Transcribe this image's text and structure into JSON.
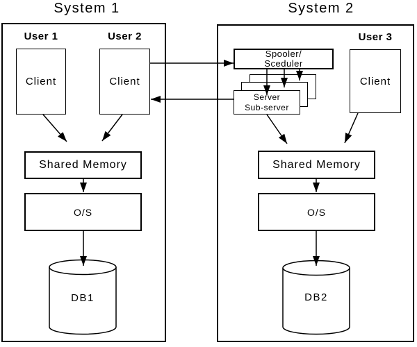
{
  "system1": {
    "title": "System 1",
    "users": [
      {
        "label": "User 1"
      },
      {
        "label": "User 2"
      }
    ],
    "client1_label": "Client",
    "client2_label": "Client",
    "shared_memory_label": "Shared Memory",
    "os_label": "O/S",
    "db_label": "DB1"
  },
  "system2": {
    "title": "System 2",
    "user_label": "User 3",
    "client_label": "Client",
    "spooler_scheduler": {
      "line1": "Spooler/",
      "line2": "Sceduler"
    },
    "server_stack": {
      "line1": "Server",
      "line2": "Sub-server"
    },
    "shared_memory_label": "Shared Memory",
    "os_label": "O/S",
    "db_label": "DB2"
  },
  "colors": {
    "line": "#000000",
    "background": "#ffffff",
    "text": "#000000"
  },
  "connections": [
    {
      "from": "system1-client2",
      "to": "system2-spooler-scheduler",
      "style": "arrow-right"
    },
    {
      "from": "system2-server-stack",
      "to": "system1-client2",
      "style": "arrow-left"
    },
    {
      "from": "system1-client1",
      "to": "system1-shared-memory",
      "style": "arrow"
    },
    {
      "from": "system1-client2",
      "to": "system1-shared-memory",
      "style": "arrow"
    },
    {
      "from": "system1-shared-memory",
      "to": "system1-os",
      "style": "arrow"
    },
    {
      "from": "system1-os",
      "to": "db1",
      "style": "arrow"
    },
    {
      "from": "system2-spooler-scheduler",
      "to": "system2-server-stack",
      "style": "arrow",
      "count": 3
    },
    {
      "from": "system2-server-stack",
      "to": "system2-shared-memory",
      "style": "arrow"
    },
    {
      "from": "system2-client",
      "to": "system2-shared-memory",
      "style": "arrow"
    },
    {
      "from": "system2-shared-memory",
      "to": "system2-os",
      "style": "arrow"
    },
    {
      "from": "system2-os",
      "to": "db2",
      "style": "arrow"
    }
  ]
}
